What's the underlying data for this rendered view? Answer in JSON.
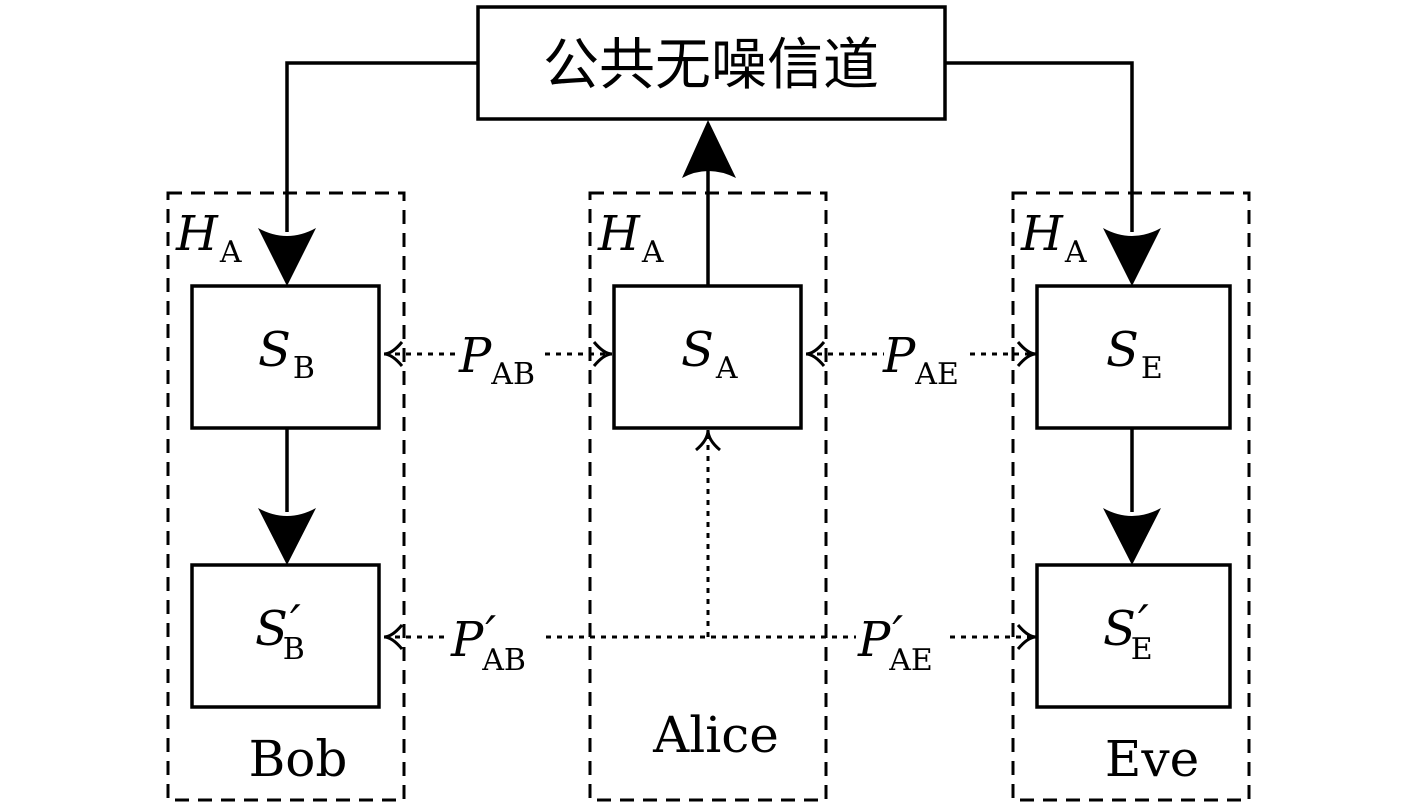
{
  "channel": {
    "label": "公共无噪信道"
  },
  "parties": {
    "bob": {
      "name": "Bob"
    },
    "alice": {
      "name": "Alice"
    },
    "eve": {
      "name": "Eve"
    }
  },
  "hash_label": {
    "symbol": "H",
    "subscript": "A"
  },
  "states": {
    "s_b": {
      "symbol": "S",
      "subscript": "B",
      "prime": ""
    },
    "s_a": {
      "symbol": "S",
      "subscript": "A",
      "prime": ""
    },
    "s_e": {
      "symbol": "S",
      "subscript": "E",
      "prime": ""
    },
    "s_b_prime": {
      "symbol": "S",
      "subscript": "B",
      "prime": "′"
    },
    "s_e_prime": {
      "symbol": "S",
      "subscript": "E",
      "prime": "′"
    }
  },
  "links": {
    "p_ab": {
      "symbol": "P",
      "subscript": "AB",
      "prime": ""
    },
    "p_ae": {
      "symbol": "P",
      "subscript": "AE",
      "prime": ""
    },
    "p_ab_prime": {
      "symbol": "P",
      "subscript": "AB",
      "prime": "′"
    },
    "p_ae_prime": {
      "symbol": "P",
      "subscript": "AE",
      "prime": "′"
    }
  }
}
